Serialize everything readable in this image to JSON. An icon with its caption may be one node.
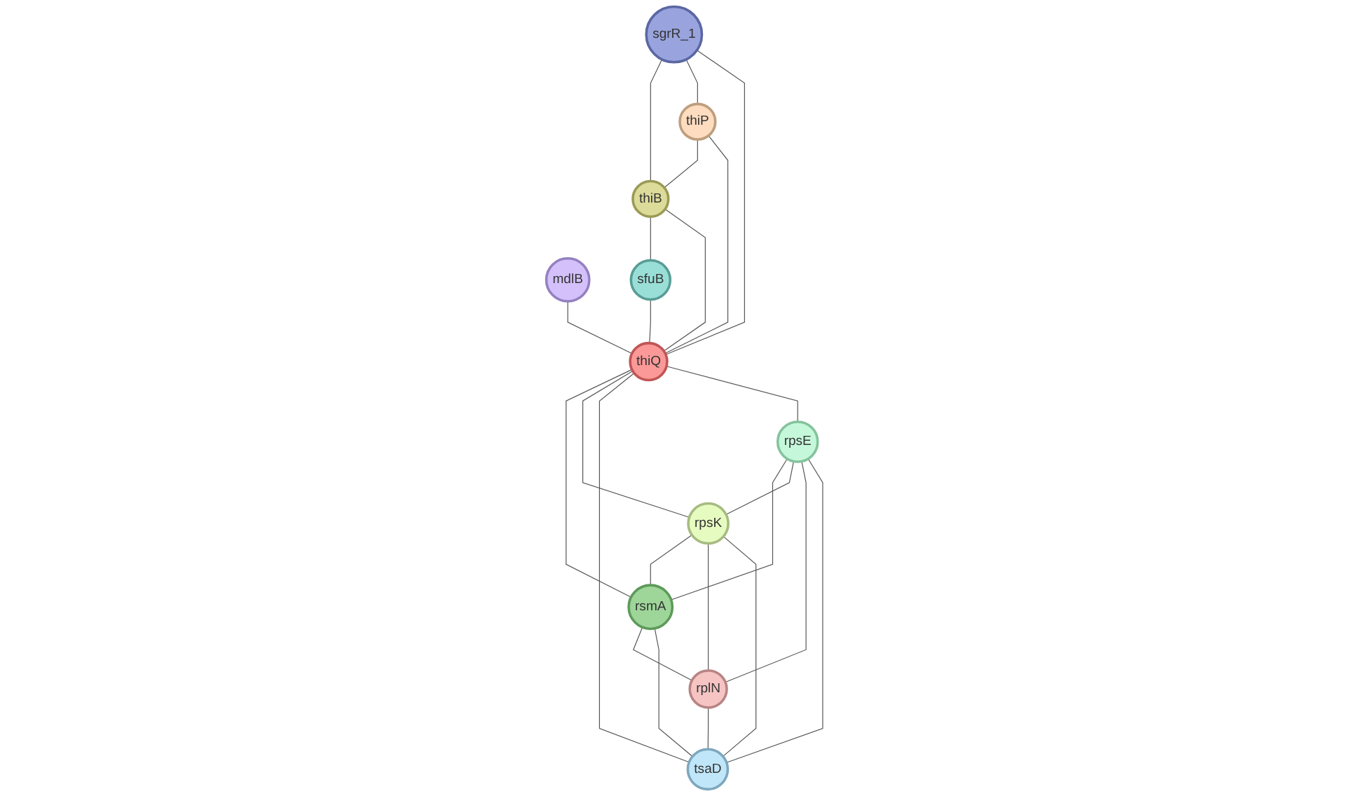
{
  "diagram": {
    "nodes": [
      {
        "text": [
          "sgrR_1"
        ]
      },
      {
        "text": [
          "thiP"
        ]
      },
      {
        "text": [
          "mdlB"
        ]
      },
      {
        "text": [
          "thiB"
        ]
      },
      {
        "text": [
          "sfuB"
        ]
      },
      {
        "text": [
          "thiQ"
        ]
      },
      {
        "text": [
          "rpsE"
        ]
      },
      {
        "text": [
          "rpsK"
        ]
      },
      {
        "text": [
          "rsmA"
        ]
      },
      {
        "text": [
          "rplN"
        ]
      },
      {
        "text": [
          "tsaD"
        ]
      }
    ],
    "edges": [
      {
        "from": 0,
        "to": 3,
        "arrow": "none"
      },
      {
        "from": 0,
        "to": 1,
        "arrow": "none"
      },
      {
        "from": 0,
        "to": 5,
        "arrow": "none"
      },
      {
        "from": 1,
        "to": 3,
        "arrow": "none"
      },
      {
        "from": 1,
        "to": 5,
        "arrow": "none"
      },
      {
        "from": 3,
        "to": 4,
        "arrow": "none"
      },
      {
        "from": 3,
        "to": 5,
        "arrow": "none"
      },
      {
        "from": 4,
        "to": 5,
        "arrow": "none"
      },
      {
        "from": 2,
        "to": 5,
        "arrow": "none"
      },
      {
        "from": 5,
        "to": 8,
        "arrow": "none"
      },
      {
        "from": 5,
        "to": 7,
        "arrow": "none"
      },
      {
        "from": 5,
        "to": 10,
        "arrow": "none"
      },
      {
        "from": 5,
        "to": 6,
        "arrow": "none"
      },
      {
        "from": 6,
        "to": 8,
        "arrow": "none"
      },
      {
        "from": 6,
        "to": 7,
        "arrow": "none"
      },
      {
        "from": 6,
        "to": 9,
        "arrow": "none"
      },
      {
        "from": 6,
        "to": 10,
        "arrow": "none"
      },
      {
        "from": 7,
        "to": 8,
        "arrow": "none"
      },
      {
        "from": 7,
        "to": 9,
        "arrow": "none"
      },
      {
        "from": 7,
        "to": 10,
        "arrow": "none"
      },
      {
        "from": 8,
        "to": 9,
        "arrow": "none"
      },
      {
        "from": 8,
        "to": 10,
        "arrow": "none"
      },
      {
        "from": 9,
        "to": 10,
        "arrow": "none"
      }
    ]
  }
}
